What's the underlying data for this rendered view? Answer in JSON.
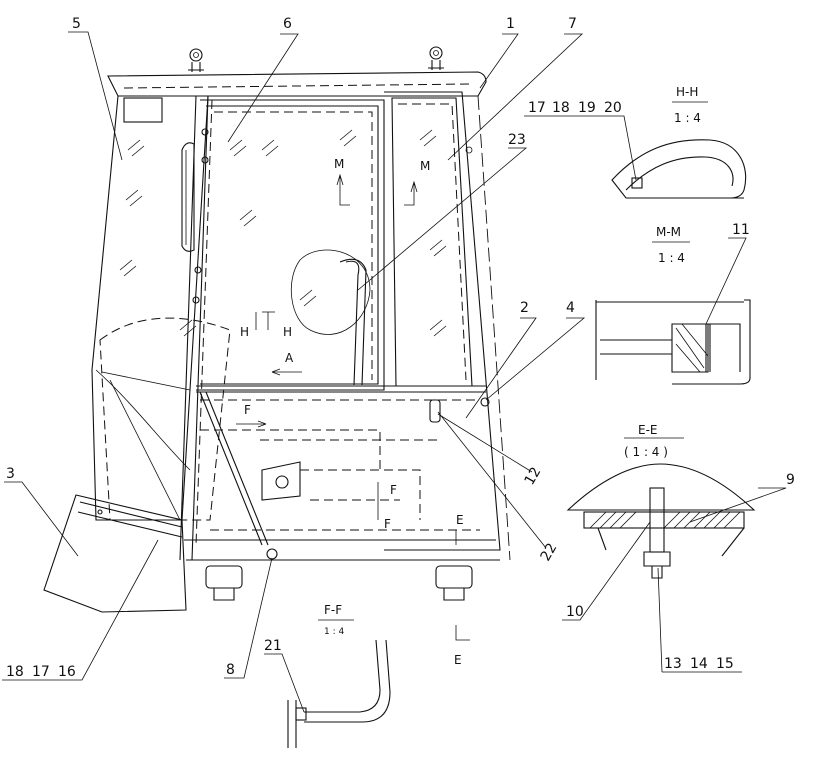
{
  "callouts": {
    "c1": "1",
    "c2": "2",
    "c3": "3",
    "c4": "4",
    "c5": "5",
    "c6": "6",
    "c7": "7",
    "c8": "8",
    "c9": "9",
    "c10": "10",
    "c11": "11",
    "c12": "12",
    "c13": "13",
    "c14": "14",
    "c15": "15",
    "c16": "16",
    "c17": "17",
    "c18": "18",
    "c17b": "17",
    "c18b": "18",
    "c19": "19",
    "c20": "20",
    "c21": "21",
    "c22": "22",
    "c23": "23"
  },
  "sections": {
    "hh": {
      "title": "H-H",
      "scale": "1 : 4"
    },
    "mm": {
      "title": "M-M",
      "scale": "1 : 4"
    },
    "ee": {
      "title": "E-E",
      "scale": "( 1 : 4 )"
    },
    "ff": {
      "title": "F-F",
      "scale": "1 : 4"
    }
  },
  "view_marks": {
    "m1": "M",
    "m2": "M",
    "h1": "H",
    "h2": "H",
    "a": "A",
    "f1": "F",
    "f2": "F",
    "f3": "F",
    "e1": "E",
    "e2": "E"
  }
}
